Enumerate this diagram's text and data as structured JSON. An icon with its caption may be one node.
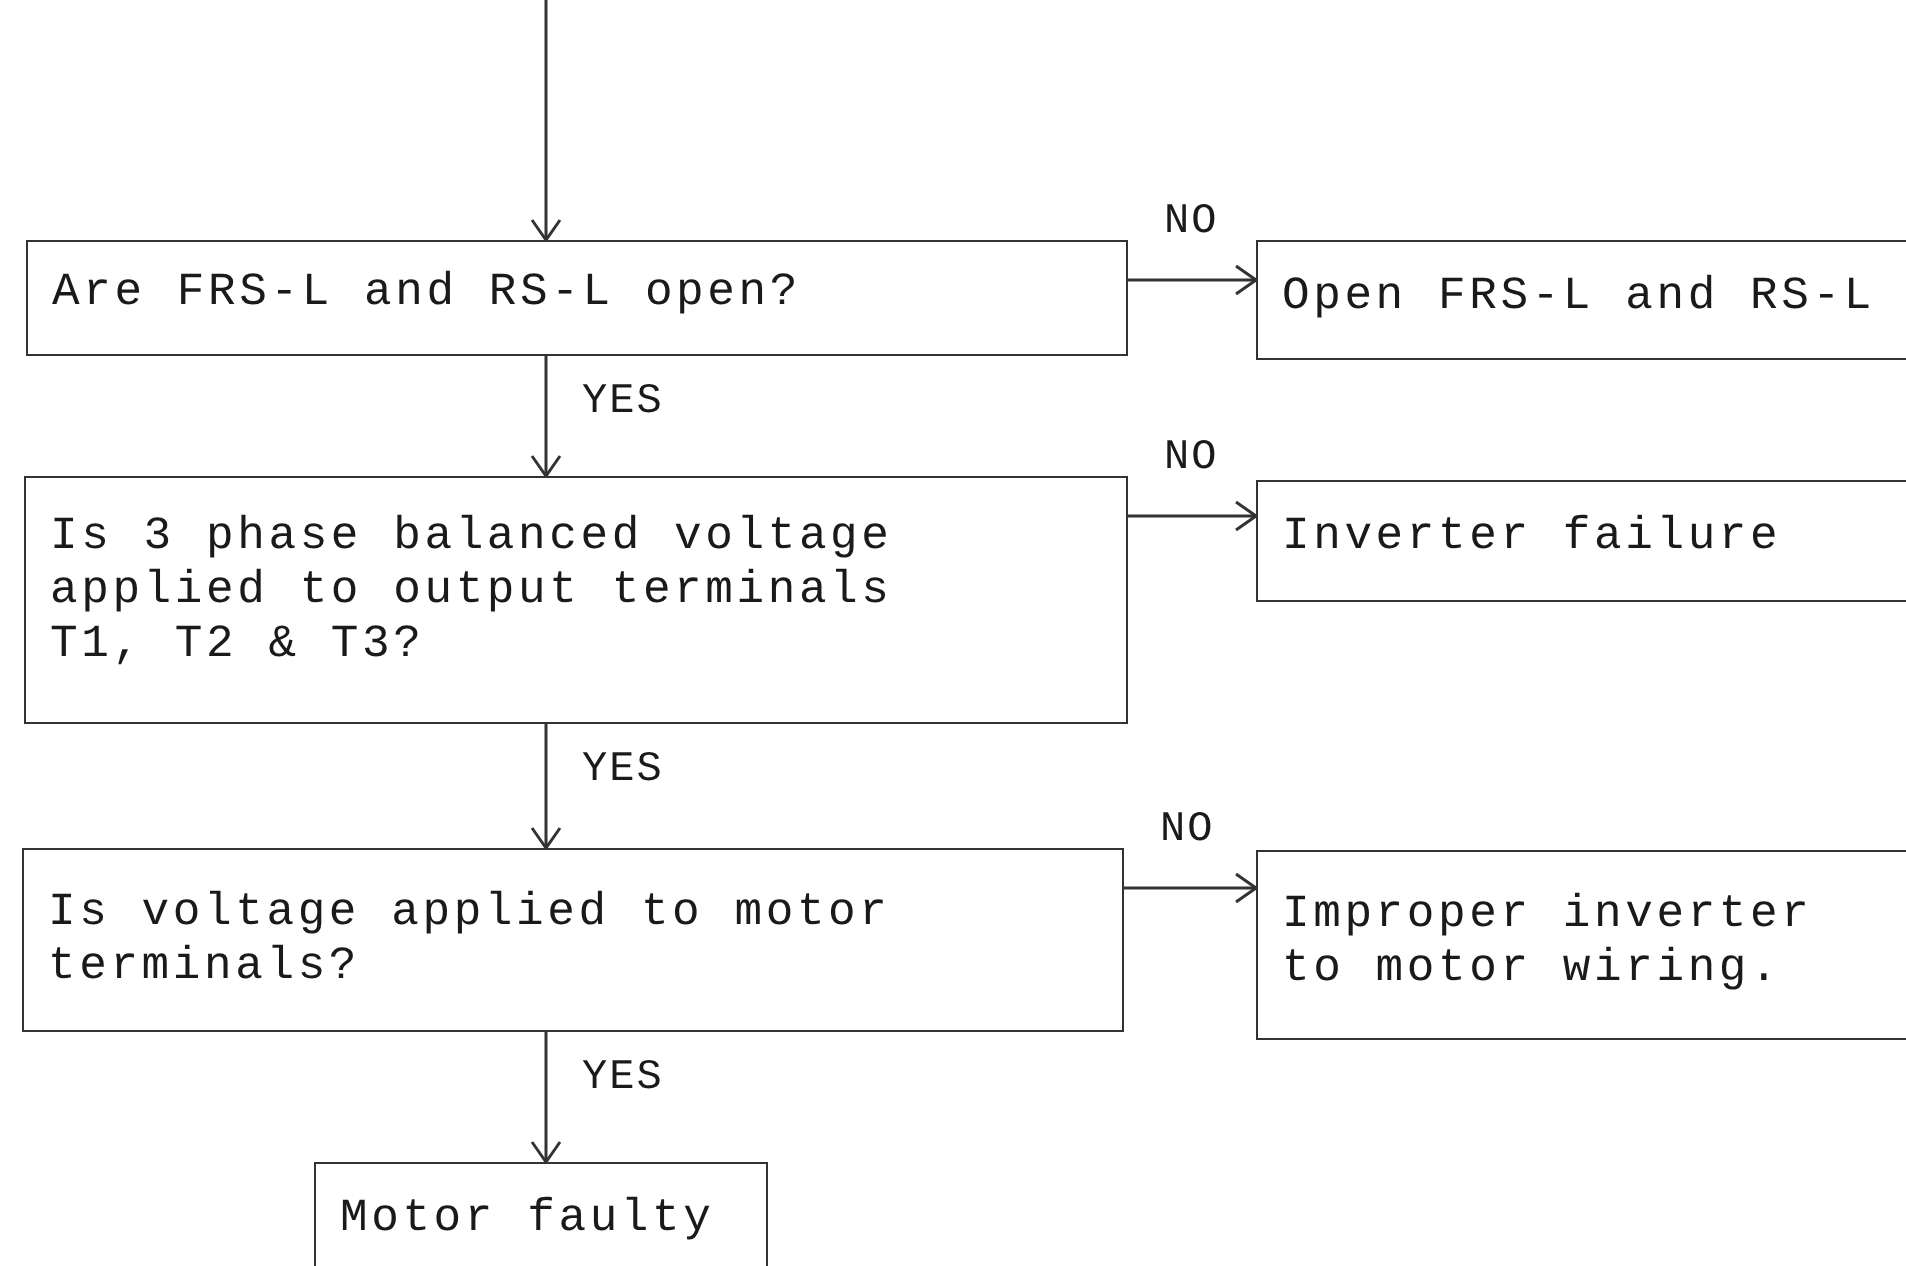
{
  "diagram": {
    "nodes": [
      {
        "text": [
          "Are FRS-L and RS-L open?"
        ]
      },
      {
        "text": [
          "Open FRS-L and RS-L"
        ]
      },
      {
        "text": [
          "Is 3 phase balanced voltage applied to output terminals T1, T2 & T3?"
        ]
      },
      {
        "text": [
          "Inverter failure"
        ]
      },
      {
        "text": [
          "Is voltage applied to motor terminals?"
        ]
      },
      {
        "text": [
          "Improper inverter to motor wiring."
        ]
      },
      {
        "text": [
          "Motor faulty"
        ]
      }
    ],
    "edges": [
      {
        "from": null,
        "to": 0,
        "arrow": "to"
      },
      {
        "from": 0,
        "to": 1,
        "arrow": "to",
        "label": "NO"
      },
      {
        "from": 0,
        "to": 2,
        "arrow": "to",
        "label": "YES"
      },
      {
        "from": 2,
        "to": 3,
        "arrow": "to",
        "label": "NO"
      },
      {
        "from": 2,
        "to": 4,
        "arrow": "to",
        "label": "YES"
      },
      {
        "from": 4,
        "to": 5,
        "arrow": "to",
        "label": "NO"
      },
      {
        "from": 4,
        "to": 6,
        "arrow": "to",
        "label": "YES"
      }
    ]
  }
}
